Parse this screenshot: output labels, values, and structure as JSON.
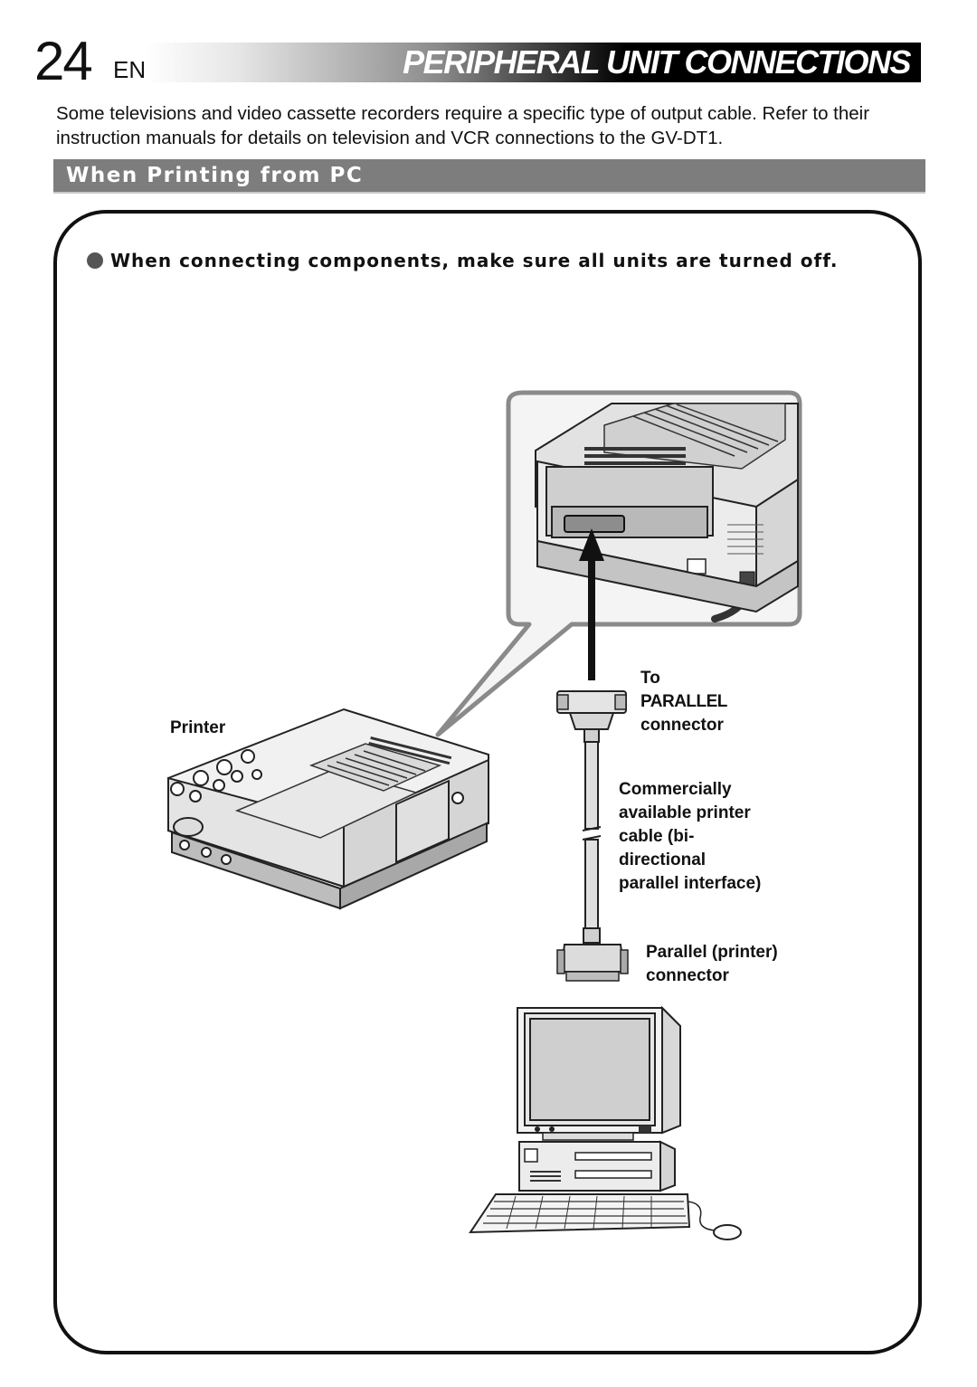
{
  "header": {
    "page_number": "24",
    "language": "EN",
    "title": "PERIPHERAL UNIT CONNECTIONS"
  },
  "intro_text": "Some televisions and video cassette recorders require a specific type of output cable. Refer to their instruction manuals for details on television and VCR connections to the GV-DT1.",
  "section": {
    "title": "When Printing from PC"
  },
  "warning": "When connecting components, make sure all units are turned off.",
  "diagram": {
    "printer_label": "Printer",
    "to_parallel_label": [
      "To",
      "PARALLEL",
      "connector"
    ],
    "cable_label": [
      "Commercially",
      "available printer",
      "cable (bi-",
      "directional",
      "parallel interface)"
    ],
    "pc_connector_label": [
      "Parallel (printer)",
      "connector"
    ]
  }
}
